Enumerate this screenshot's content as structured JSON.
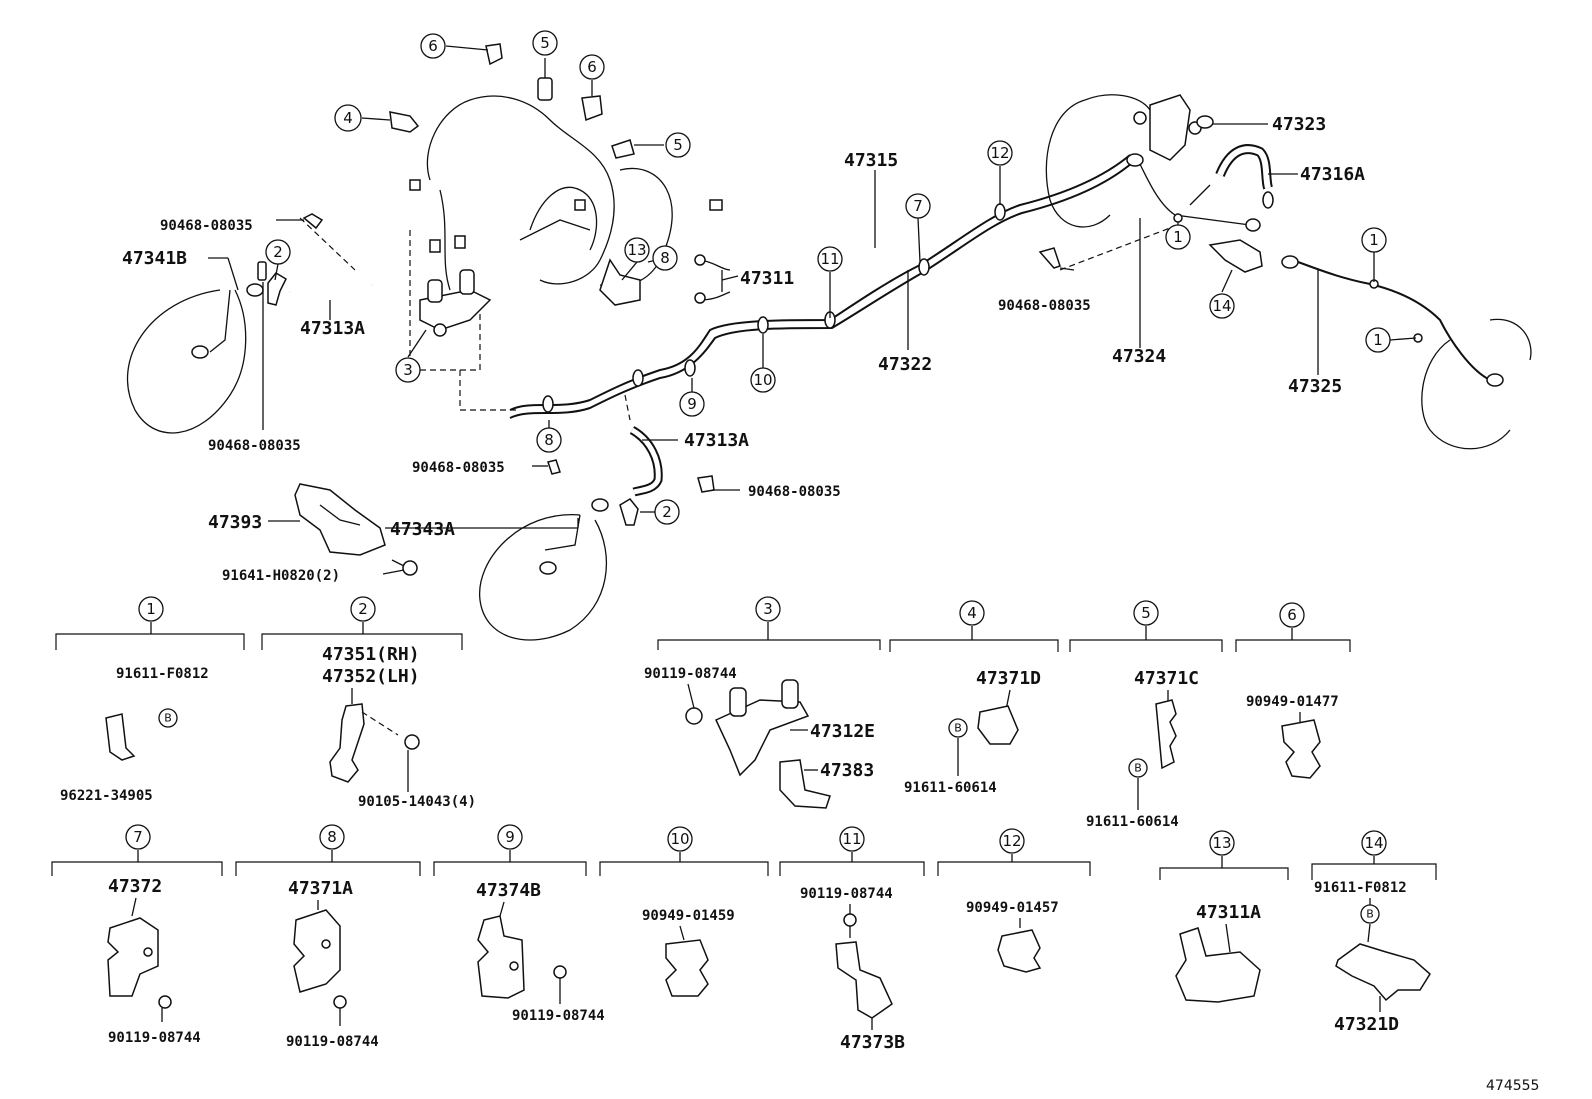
{
  "figure_id": "474555",
  "callouts": {
    "c1": "1",
    "c2": "2",
    "c3": "3",
    "c4": "4",
    "c5": "5",
    "c6": "6",
    "c7": "7",
    "c8": "8",
    "c9": "9",
    "c10": "10",
    "c11": "11",
    "c12": "12",
    "c13": "13",
    "c14": "14",
    "b": "B"
  },
  "parts": {
    "p47323": "47323",
    "p47316A": "47316A",
    "p47315": "47315",
    "p47311": "47311",
    "p47322": "47322",
    "p47324": "47324",
    "p47325": "47325",
    "p47341B": "47341B",
    "p47313A_l": "47313A",
    "p47313A_r": "47313A",
    "p47393": "47393",
    "p47343A": "47343A",
    "s90468_a": "90468-08035",
    "s90468_b": "90468-08035",
    "s90468_c": "90468-08035",
    "s90468_d": "90468-08035",
    "s90468_e": "90468-08035",
    "s91641": "91641-H0820(2)"
  },
  "details": {
    "d1_a": "91611-F0812",
    "d1_b": "96221-34905",
    "d2_a": "47351(RH)",
    "d2_b": "47352(LH)",
    "d2_c": "90105-14043(4)",
    "d3_a": "90119-08744",
    "d3_b": "47312E",
    "d3_c": "47383",
    "d4_a": "47371D",
    "d4_b": "91611-60614",
    "d5_a": "47371C",
    "d5_b": "91611-60614",
    "d6_a": "90949-01477",
    "d7_a": "47372",
    "d7_b": "90119-08744",
    "d8_a": "47371A",
    "d8_b": "90119-08744",
    "d9_a": "47374B",
    "d9_b": "90119-08744",
    "d10_a": "90949-01459",
    "d11_a": "90119-08744",
    "d11_b": "47373B",
    "d12_a": "90949-01457",
    "d13_a": "47311A",
    "d14_a": "91611-F0812",
    "d14_b": "47321D"
  },
  "colors": {
    "ink": "#111111",
    "paper": "#ffffff"
  }
}
